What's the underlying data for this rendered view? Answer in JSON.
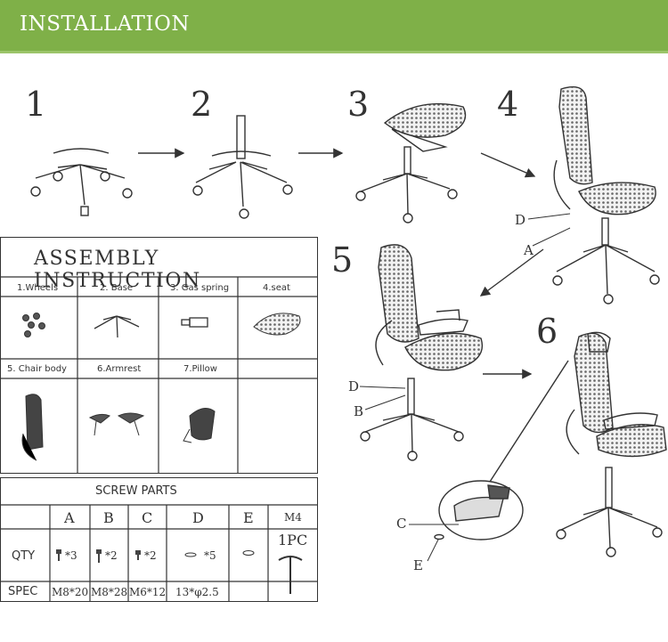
{
  "banner": {
    "title": "INSTALLATION"
  },
  "steps": [
    "1",
    "2",
    "3",
    "4",
    "5",
    "6"
  ],
  "assembly": {
    "title": "ASSEMBLY INSTRUCTION",
    "parts": [
      "1.Wheels",
      "2. Base",
      "3. Gas spring",
      "4.seat",
      "5. Chair body",
      "6.Armrest",
      "7.Pillow"
    ]
  },
  "screw_parts": {
    "title": "SCREW PARTS",
    "columns": [
      "A",
      "B",
      "C",
      "D",
      "E",
      "M4"
    ],
    "qty_label": "QTY",
    "qty": [
      "*3",
      "*2",
      "*2",
      "*5",
      "1PC"
    ],
    "spec_label": "SPEC",
    "spec": [
      "M8*20",
      "M8*28",
      "M6*12",
      "13*φ2.5"
    ]
  },
  "callouts": {
    "d4": "D",
    "a4": "A",
    "d5": "D",
    "b5": "B",
    "c6": "C",
    "e6": "E"
  },
  "icons": [
    "arrow-icon",
    "chair-drawing",
    "wheel-icon",
    "base-icon",
    "gas-spring-icon",
    "seat-icon",
    "chair-body-icon",
    "armrest-icon",
    "pillow-icon",
    "screw-icon",
    "washer-icon",
    "hex-key-icon"
  ]
}
